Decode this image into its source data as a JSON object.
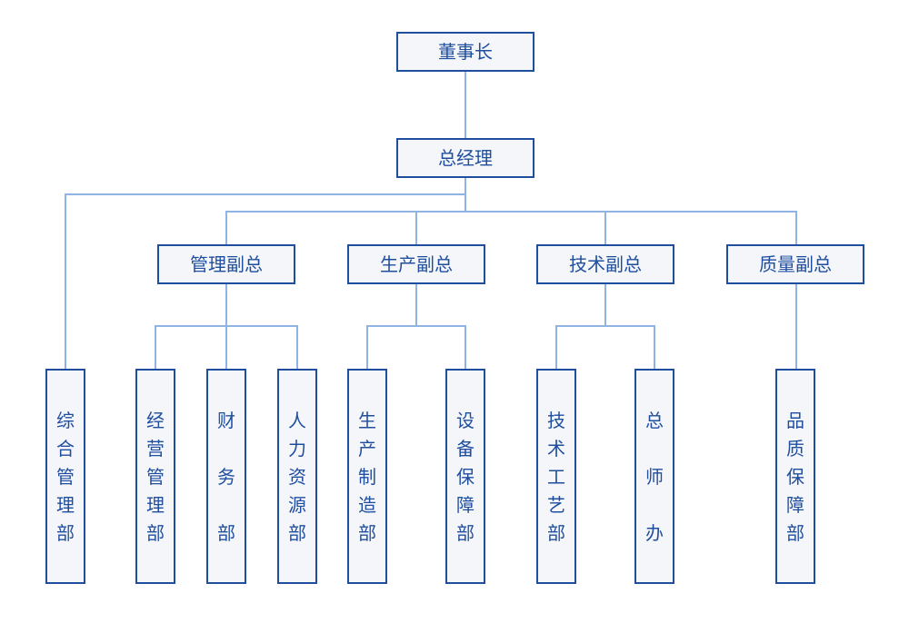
{
  "colors": {
    "border": "#1f4e9e",
    "fill": "#f4f6fa",
    "line": "#8fb4e3",
    "text": "#1f4e9e"
  },
  "nodes": {
    "chairman": "董事长",
    "general_manager": "总经理",
    "vp_management": "管理副总",
    "vp_production": "生产副总",
    "vp_technology": "技术副总",
    "vp_quality": "质量副总",
    "dept_general_admin": "综合管理部",
    "dept_business_management": "经营管理部",
    "dept_finance": "财务部",
    "dept_hr": "人力资源部",
    "dept_manufacturing": "生产制造部",
    "dept_equipment": "设备保障部",
    "dept_process": "技术工艺部",
    "dept_chief_engineer": "总师办",
    "dept_quality_assurance": "品质保障部"
  },
  "edges": [
    [
      "chairman",
      "general_manager"
    ],
    [
      "general_manager",
      "dept_general_admin"
    ],
    [
      "general_manager",
      "vp_management"
    ],
    [
      "general_manager",
      "vp_production"
    ],
    [
      "general_manager",
      "vp_technology"
    ],
    [
      "general_manager",
      "vp_quality"
    ],
    [
      "vp_management",
      "dept_business_management"
    ],
    [
      "vp_management",
      "dept_finance"
    ],
    [
      "vp_management",
      "dept_hr"
    ],
    [
      "vp_production",
      "dept_manufacturing"
    ],
    [
      "vp_production",
      "dept_equipment"
    ],
    [
      "vp_technology",
      "dept_process"
    ],
    [
      "vp_technology",
      "dept_chief_engineer"
    ],
    [
      "vp_quality",
      "dept_quality_assurance"
    ]
  ]
}
